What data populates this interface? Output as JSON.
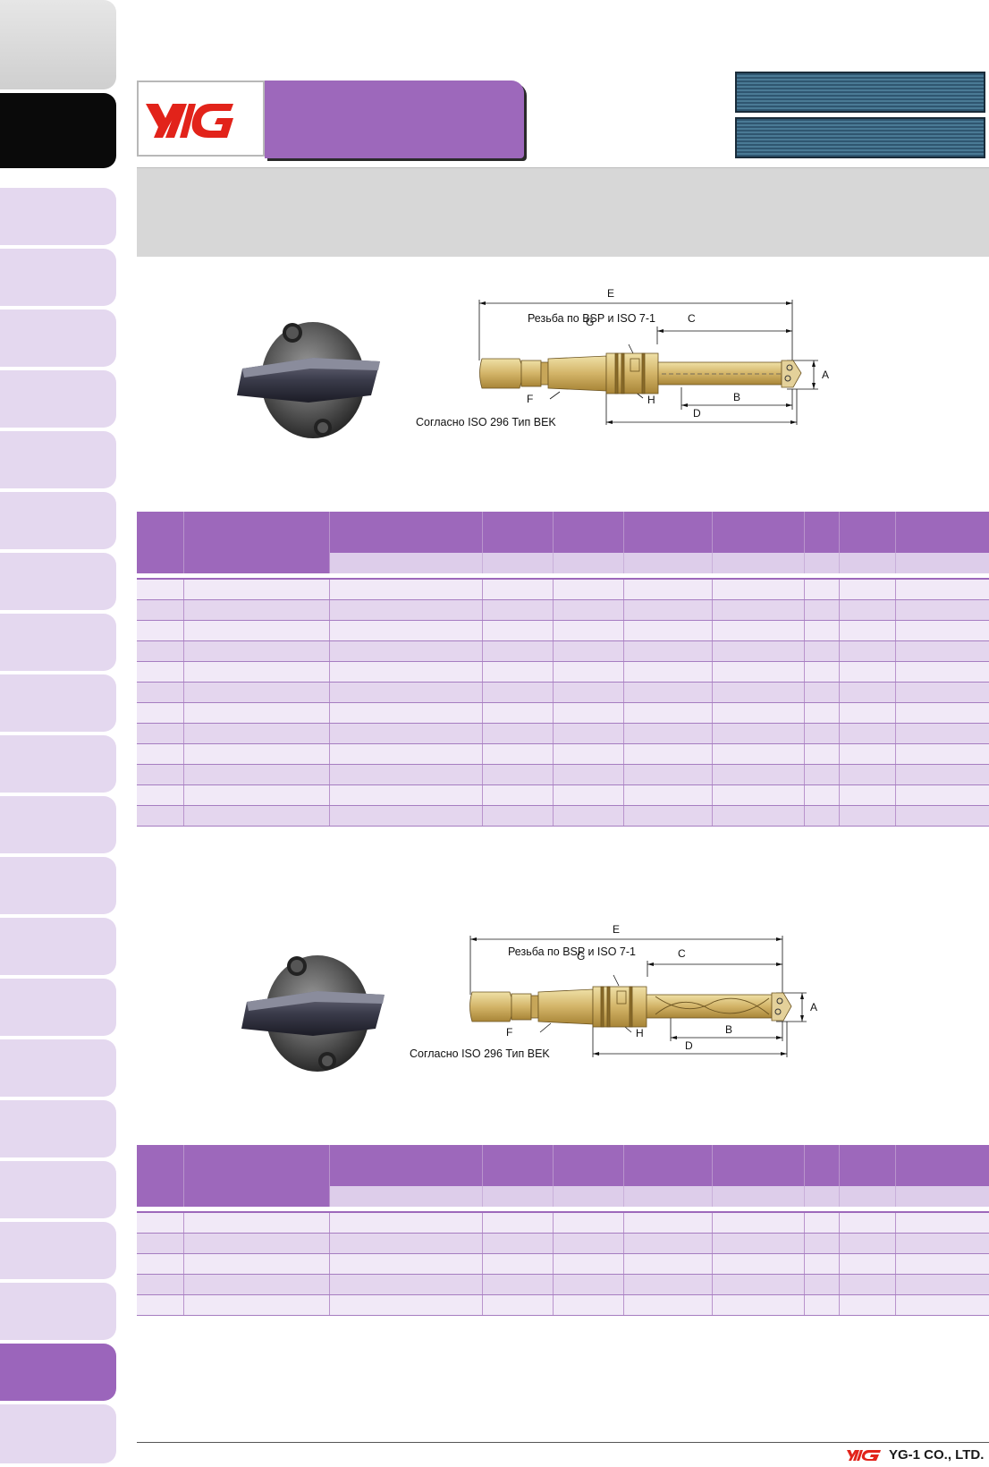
{
  "brand": {
    "logo_text": "YG",
    "company": "YG-1 CO., LTD.",
    "colors": {
      "accent": "#9d68bb",
      "logo_red": "#e2231a",
      "header_bar": "#3a6883"
    }
  },
  "drawing_top": {
    "thread_note": "Резьба по BSP и  ISO 7-1",
    "standard_note": "Согласно ISO 296 Тип BEK",
    "dims": [
      "E",
      "C",
      "G",
      "A",
      "F",
      "H",
      "B",
      "D"
    ]
  },
  "drawing_bottom": {
    "thread_note": "Резьба по BSP и  ISO 7-1",
    "standard_note": "Согласно ISO 296 Тип BEK",
    "dims": [
      "E",
      "C",
      "G",
      "A",
      "F",
      "H",
      "B",
      "D"
    ]
  },
  "table_top": {
    "rows": 12
  },
  "table_bottom": {
    "rows": 5
  }
}
